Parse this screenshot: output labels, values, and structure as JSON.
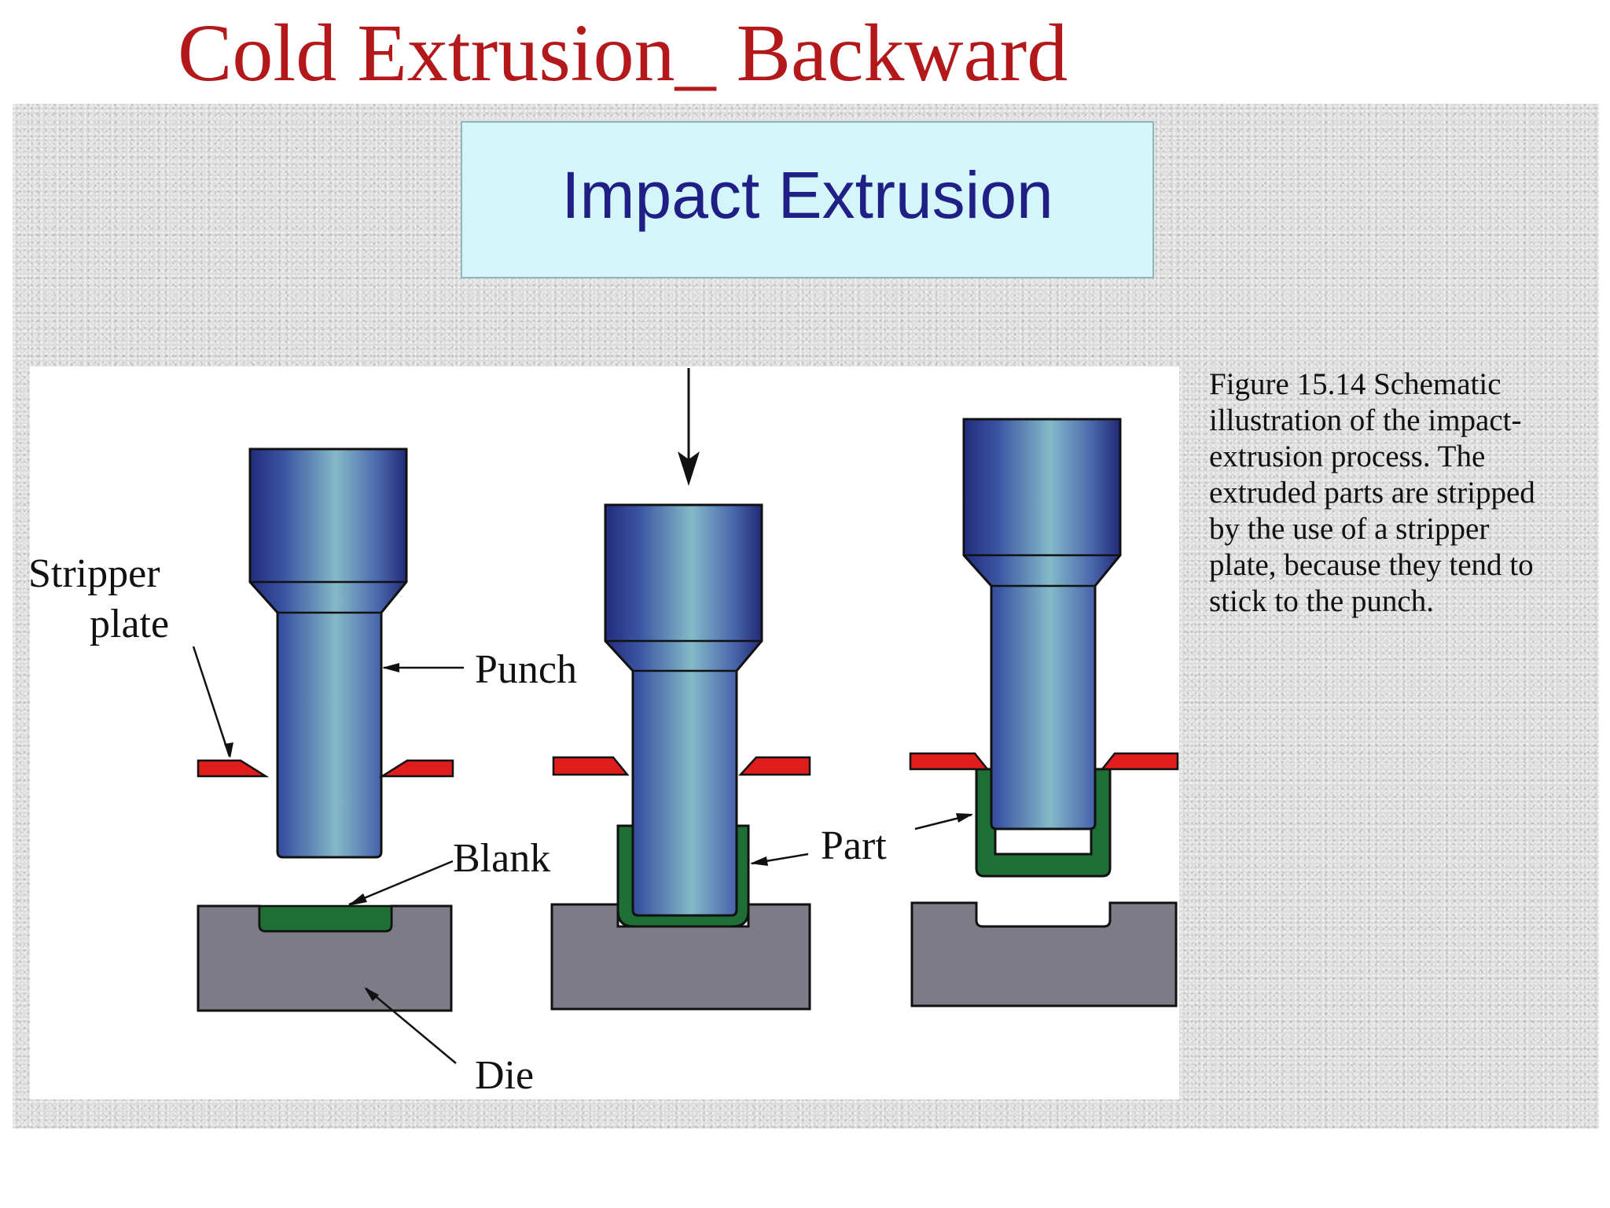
{
  "slide_title": "Cold Extrusion_ Backward",
  "banner_title": "Impact Extrusion",
  "caption_lines": [
    "Figure 15.14  Schematic",
    "illustration of the impact-",
    "extrusion process.  The",
    "extruded parts are stripped",
    "by the use of a stripper",
    "plate, because they tend to",
    "stick to the punch."
  ],
  "labels": {
    "stripper_line1": "Stripper",
    "stripper_line2": "plate",
    "punch": "Punch",
    "blank": "Blank",
    "die": "Die",
    "part": "Part"
  },
  "colors": {
    "title": "#b3191b",
    "banner_text": "#1f1f86",
    "banner_bg": "#d4f6fb",
    "punch_dark": "#26307f",
    "punch_light": "#7fb7c6",
    "stripper": "#e01d1d",
    "part": "#1e6e36",
    "die": "#7c7b86"
  }
}
